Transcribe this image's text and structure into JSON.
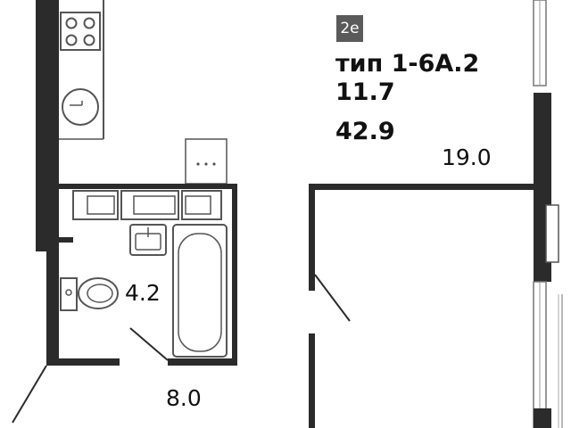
{
  "plan": {
    "badge": "2е",
    "type_label": "тип 1-6А.2",
    "kitchen_area": "11.7",
    "total_area": "42.9",
    "rooms": {
      "living": "19.0",
      "bathroom": "4.2",
      "hallway": "8.0"
    }
  },
  "colors": {
    "wall": "#2b2b2b",
    "fixture": "#555555",
    "badge_bg": "#5a5a5a"
  }
}
